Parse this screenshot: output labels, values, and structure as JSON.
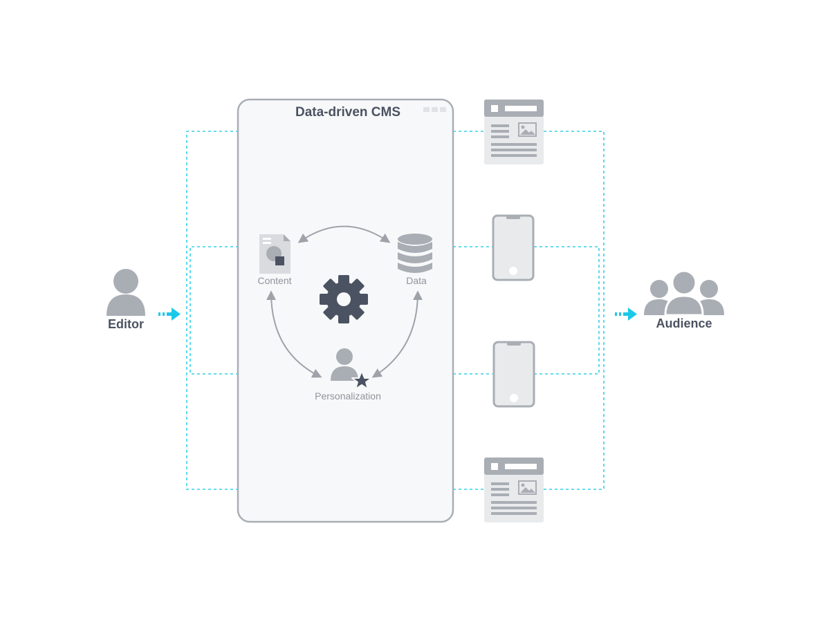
{
  "title": "Data-driven CMS",
  "actors": {
    "editor": "Editor",
    "audience": "Audience"
  },
  "nodes": {
    "content": "Content",
    "data": "Data",
    "personalization": "Personalization"
  },
  "channels": [
    {
      "kind": "web",
      "icon": "web-page-icon"
    },
    {
      "kind": "mobile",
      "icon": "smartphone-icon"
    },
    {
      "kind": "mobile",
      "icon": "smartphone-icon"
    },
    {
      "kind": "web",
      "icon": "web-page-icon"
    }
  ],
  "colors": {
    "connector": "#2fd0ea",
    "arrow": "#1cc8ea",
    "icon_gray": "#a9adb4",
    "icon_dark": "#4b5261",
    "panel_border": "#a9adb4",
    "panel_fill": "#f7f8f9",
    "device_fill": "#e9eaec"
  },
  "icons": {
    "editor": "person-icon",
    "audience": "group-icon",
    "content": "document-icon",
    "data": "database-icon",
    "engine": "gear-icon",
    "personalization": "user-star-icon"
  }
}
